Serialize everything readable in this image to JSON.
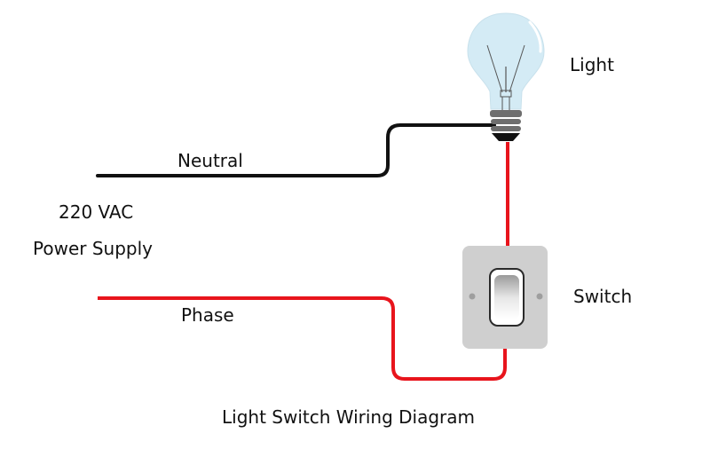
{
  "title": "Light Switch Wiring Diagram",
  "labels": {
    "neutral": "Neutral",
    "supply_voltage": "220 VAC",
    "supply_name": "Power Supply",
    "phase": "Phase",
    "light": "Light",
    "switch": "Switch"
  },
  "colors": {
    "neutral_wire": "#111111",
    "phase_wire": "#e8141c",
    "bulb_glass": "#d4ebf5",
    "switch_plate": "#cfcfcf"
  },
  "components": [
    {
      "name": "light-bulb",
      "label": "Light"
    },
    {
      "name": "wall-switch",
      "label": "Switch"
    },
    {
      "name": "power-supply",
      "label": "220 VAC Power Supply"
    }
  ]
}
